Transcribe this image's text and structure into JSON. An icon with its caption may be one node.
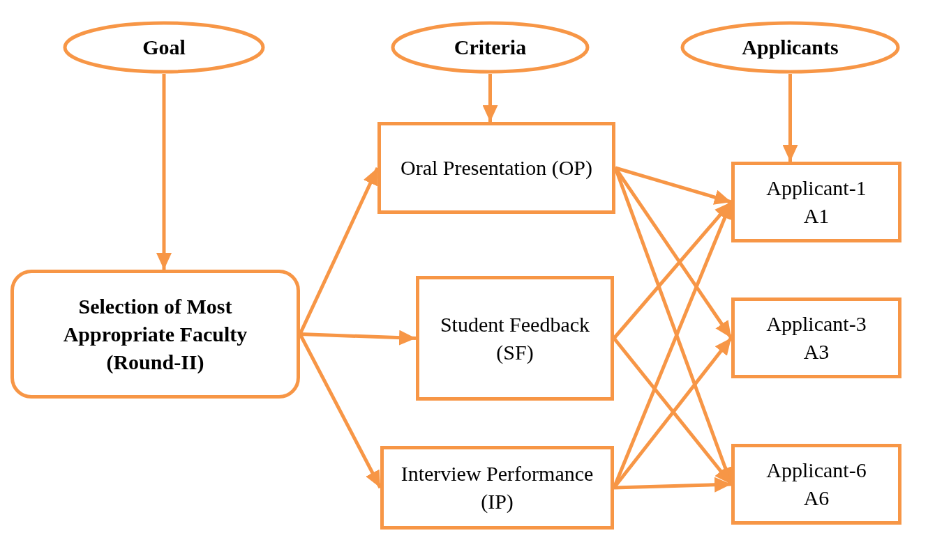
{
  "diagram": {
    "nodes": [
      {
        "text": [
          "Goal"
        ]
      },
      {
        "text": [
          "Criteria"
        ]
      },
      {
        "text": [
          "Applicants"
        ]
      },
      {
        "text": [
          "Selection of Most Appropriate Faculty (Round-II)"
        ]
      },
      {
        "text": [
          "Oral Presentation (OP)"
        ]
      },
      {
        "text": [
          "Student Feedback (SF)"
        ]
      },
      {
        "text": [
          "Interview Performance (IP)"
        ]
      },
      {
        "text": [
          "Applicant-1 A1"
        ]
      },
      {
        "text": [
          "Applicant-3 A3"
        ]
      },
      {
        "text": [
          "Applicant-6 A6"
        ]
      }
    ],
    "edges": [
      {
        "from": 0,
        "to": 3,
        "arrow": "to"
      },
      {
        "from": 1,
        "to": 4,
        "arrow": "to"
      },
      {
        "from": 2,
        "to": 7,
        "arrow": "to"
      },
      {
        "from": 3,
        "to": 4,
        "arrow": "to"
      },
      {
        "from": 3,
        "to": 5,
        "arrow": "to"
      },
      {
        "from": 3,
        "to": 6,
        "arrow": "to"
      },
      {
        "from": 4,
        "to": 7,
        "arrow": "to"
      },
      {
        "from": 4,
        "to": 8,
        "arrow": "to"
      },
      {
        "from": 4,
        "to": 9,
        "arrow": "to"
      },
      {
        "from": 5,
        "to": 7,
        "arrow": "to"
      },
      {
        "from": 5,
        "to": 9,
        "arrow": "to"
      },
      {
        "from": 6,
        "to": 7,
        "arrow": "to"
      },
      {
        "from": 6,
        "to": 8,
        "arrow": "to"
      },
      {
        "from": 6,
        "to": 9,
        "arrow": "to"
      }
    ]
  }
}
